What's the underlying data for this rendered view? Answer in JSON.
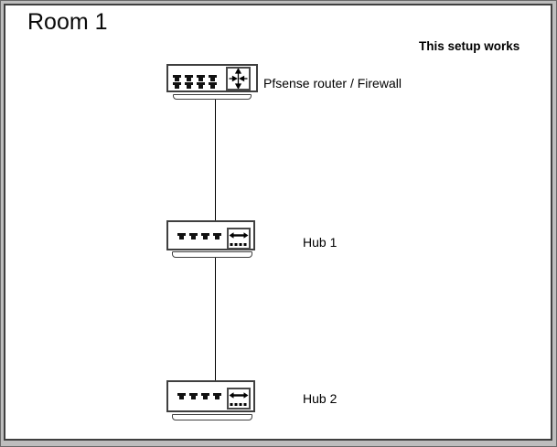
{
  "page": {
    "title": "Room 1",
    "note": "This setup works"
  },
  "diagram": {
    "colors": {
      "background": "#ffffff",
      "frame_band": "#bdbdbd",
      "stroke": "#3f3f3f",
      "port_fill": "#111111",
      "text": "#000000"
    },
    "devices": [
      {
        "id": "router",
        "label": "Pfsense router / Firewall",
        "icon": "router-arrows-icon",
        "ports_rows": 2,
        "ports_per_row": 4
      },
      {
        "id": "hub1",
        "label": "Hub 1",
        "icon": "hub-double-arrow-icon",
        "ports_rows": 1,
        "ports_per_row": 4
      },
      {
        "id": "hub2",
        "label": "Hub 2",
        "icon": "hub-double-arrow-icon",
        "ports_rows": 1,
        "ports_per_row": 4
      }
    ],
    "connections": [
      {
        "from": "router",
        "to": "hub1"
      },
      {
        "from": "hub1",
        "to": "hub2"
      }
    ]
  }
}
